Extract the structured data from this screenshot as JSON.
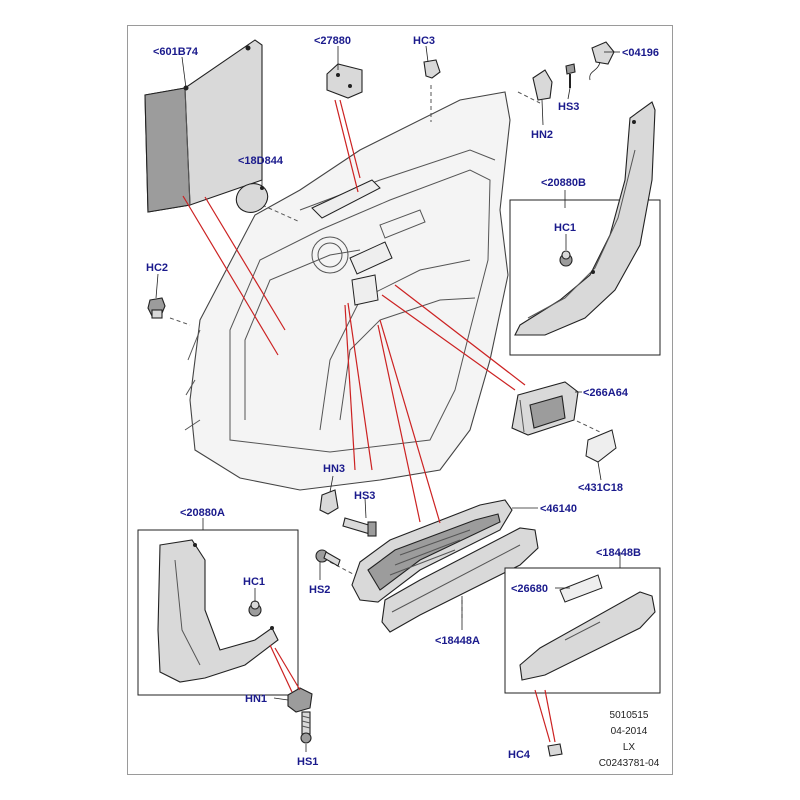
{
  "callouts": {
    "c601B74": "<601B74",
    "c27880": "<27880",
    "hc3": "HC3",
    "c04196": "<04196",
    "hs3_top": "HS3",
    "hn2": "HN2",
    "c18D844": "<18D844",
    "c20880B": "<20880B",
    "hc1_top": "HC1",
    "hc2": "HC2",
    "c266A64": "<266A64",
    "c431C18": "<431C18",
    "hn3": "HN3",
    "hs3_mid": "HS3",
    "c46140": "<46140",
    "c20880A": "<20880A",
    "hc1_bottom": "HC1",
    "hs2": "HS2",
    "c18448A": "<18448A",
    "c18448B": "<18448B",
    "c26680": "<26680",
    "hn1": "HN1",
    "hs1": "HS1",
    "hc4": "HC4"
  },
  "legend": {
    "line1": "5010515",
    "line2": "04-2014",
    "line3": "LX",
    "line4": "C0243781-04"
  }
}
